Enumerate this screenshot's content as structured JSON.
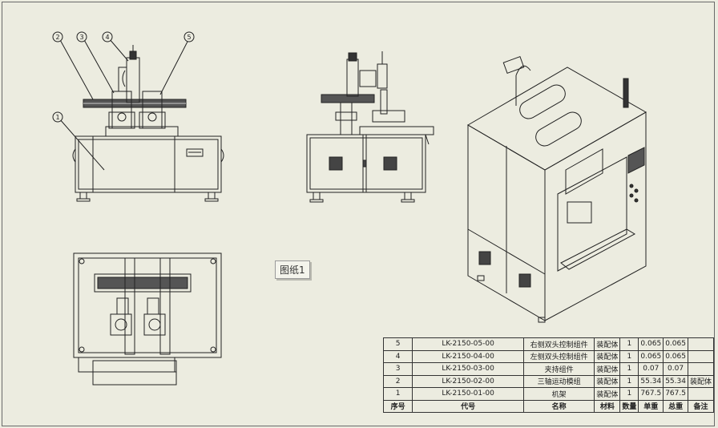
{
  "sheet": {
    "tab_label": "图纸1"
  },
  "balloons": [
    "2",
    "3",
    "4",
    "5",
    "1"
  ],
  "bom": {
    "headers": [
      "序号",
      "代号",
      "名称",
      "材料",
      "数量",
      "单重",
      "总重",
      "备注"
    ],
    "rows": [
      [
        "5",
        "LK-2150-05-00",
        "右侧双头控制组件",
        "装配体",
        "1",
        "0.065",
        "0.065",
        ""
      ],
      [
        "4",
        "LK-2150-04-00",
        "左侧双头控制组件",
        "装配体",
        "1",
        "0.065",
        "0.065",
        ""
      ],
      [
        "3",
        "LK-2150-03-00",
        "夹持组件",
        "装配体",
        "1",
        "0.07",
        "0.07",
        ""
      ],
      [
        "2",
        "LK-2150-02-00",
        "三轴运动模组",
        "装配体",
        "1",
        "55.34",
        "55.34",
        "装配体"
      ],
      [
        "1",
        "LK-2150-01-00",
        "机架",
        "装配体",
        "1",
        "767.5",
        "767.5",
        ""
      ]
    ]
  }
}
